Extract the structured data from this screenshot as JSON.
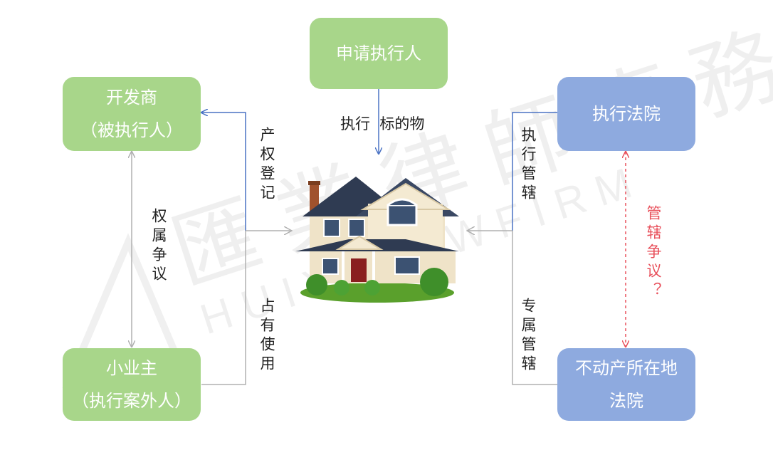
{
  "nodes": {
    "applicant": "申请执行人",
    "developer": [
      "开发商",
      "（被执行人）"
    ],
    "owner": [
      "小业主",
      "（执行案外人）"
    ],
    "executing_court": "执行法院",
    "property_court": [
      "不动产所在地",
      "法院"
    ]
  },
  "edge_labels": {
    "enforce_target": "执行  标的物",
    "title_registration": "产权登记",
    "ownership_dispute": "权属争议",
    "possession_use": "占有使用",
    "enforcement_jurisdiction": "执行管辖",
    "exclusive_jurisdiction": "专属管辖",
    "jurisdiction_dispute": "管辖争议？"
  },
  "colors": {
    "green_box": "#a8d68a",
    "blue_box": "#8eaadf",
    "line_gray": "#b0b0b0",
    "line_blue": "#4a72c4",
    "dispute_red": "#e8505b"
  }
}
